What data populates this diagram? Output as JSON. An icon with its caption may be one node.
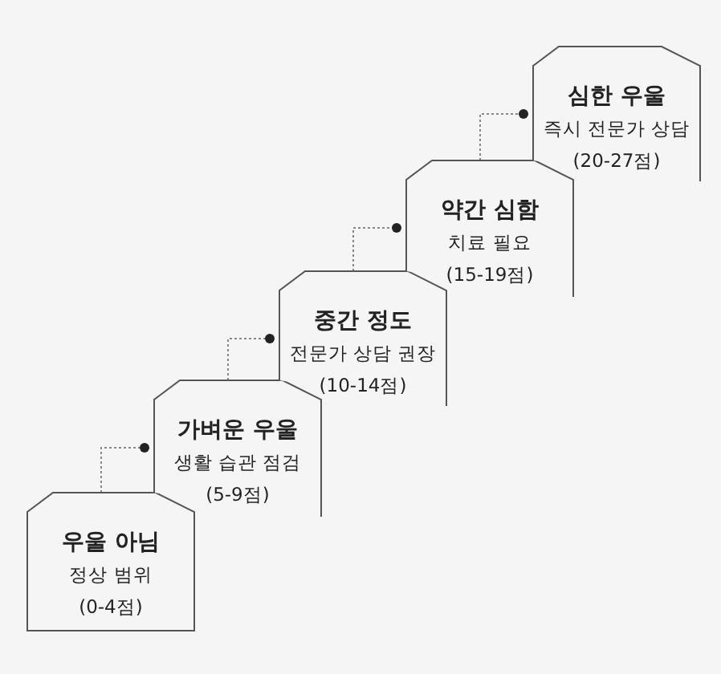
{
  "diagram": {
    "nodes": [
      {
        "text": [
          "우울 아님",
          "정상 범위",
          "(0-4점)"
        ]
      },
      {
        "text": [
          "가벼운 우울",
          "생활 습관 점검",
          "(5-9점)"
        ]
      },
      {
        "text": [
          "중간 정도",
          "전문가 상담 권장",
          "(10-14점)"
        ]
      },
      {
        "text": [
          "약간 심함",
          "치료 필요",
          "(15-19점)"
        ]
      },
      {
        "text": [
          "심한 우울",
          "즉시 전문가 상담",
          "(20-27점)"
        ]
      }
    ],
    "edges": [
      {
        "from": 0,
        "to": 1,
        "arrow": "other"
      },
      {
        "from": 1,
        "to": 2,
        "arrow": "other"
      },
      {
        "from": 2,
        "to": 3,
        "arrow": "other"
      },
      {
        "from": 3,
        "to": 4,
        "arrow": "other"
      }
    ]
  }
}
